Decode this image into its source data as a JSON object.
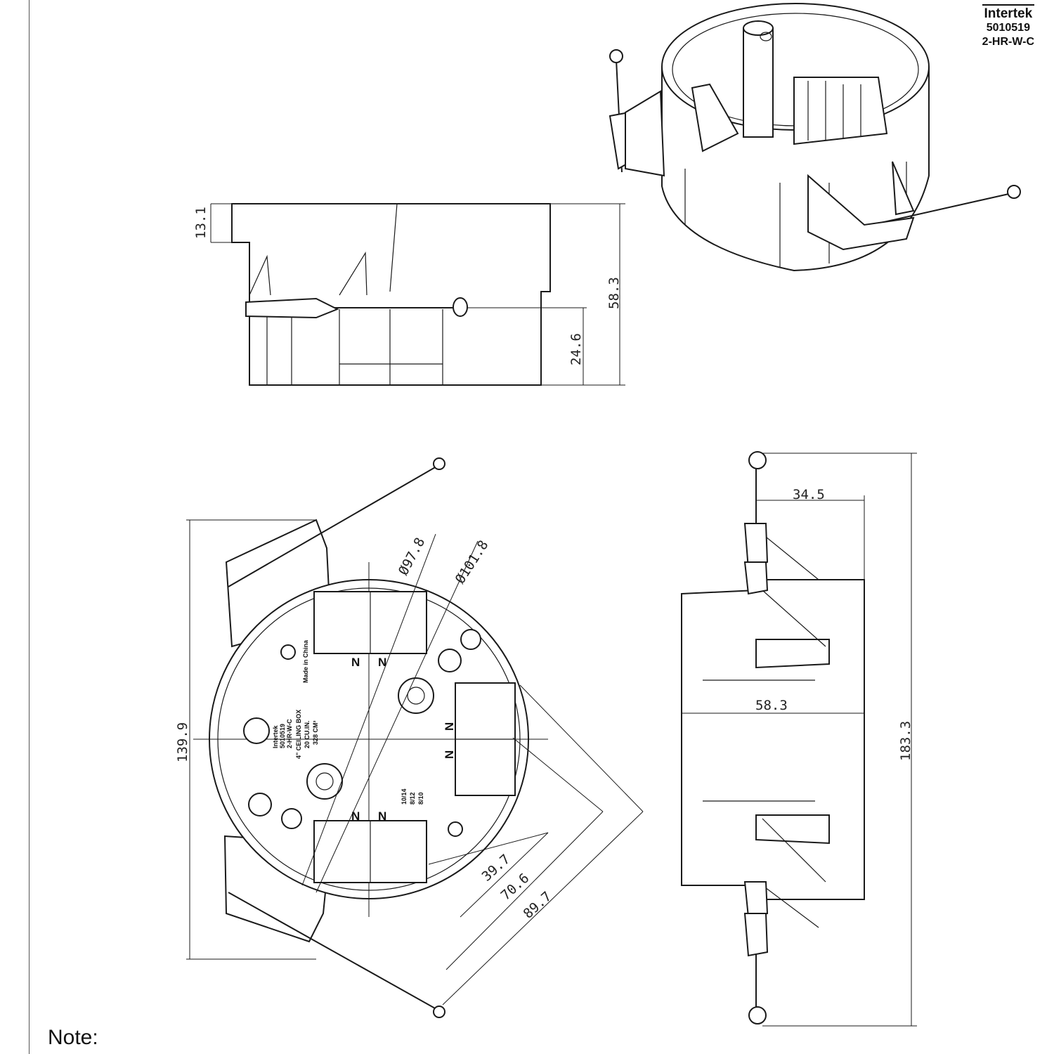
{
  "certification": {
    "brand": "Intertek",
    "number": "5010519",
    "model": "2-HR-W-C"
  },
  "note_label": "Note:",
  "dimensions": {
    "side_top_step": "13.1",
    "side_height": "58.3",
    "side_nail_height": "24.6",
    "top_width": "139.9",
    "inner_diameter": "Ø97.8",
    "outer_diameter": "Ø101.8",
    "diag_1": "39.7",
    "diag_2": "70.6",
    "diag_3": "89.7",
    "end_flange": "34.5",
    "end_depth": "58.3",
    "end_height": "183.3"
  },
  "box_labels": {
    "made_in": "Made in China",
    "listing_1": "Intertek",
    "listing_2": "5010519",
    "listing_3": "2-HR-W-C",
    "cap_1": "4\" CEILING BOX",
    "cap_2": "20 CU.IN.",
    "cap_3": "328 CM³",
    "wire_1": "10/14",
    "wire_2": "8/12",
    "wire_3": "8/10",
    "terminal": "N"
  }
}
